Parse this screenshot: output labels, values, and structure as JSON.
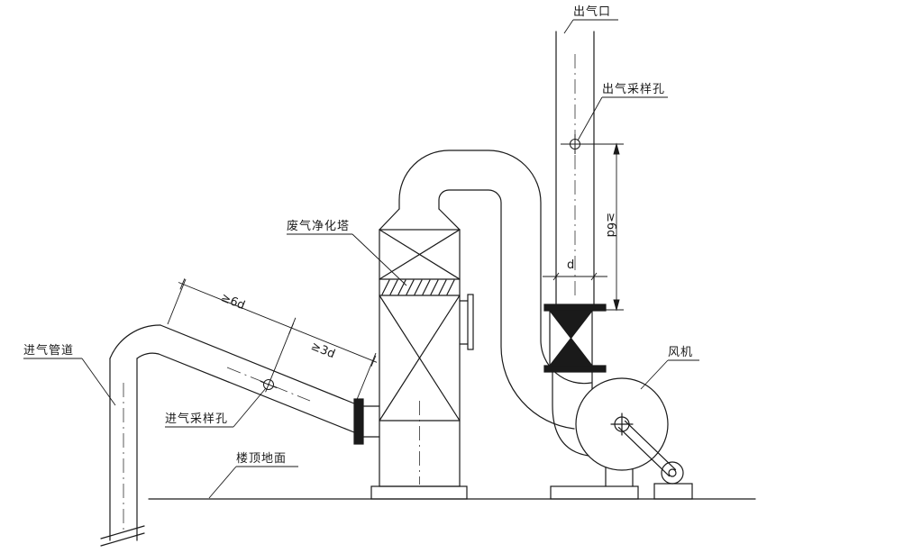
{
  "labels": {
    "outlet_port": "出气口",
    "outlet_sampling_hole": "出气采样孔",
    "purification_tower": "废气净化塔",
    "fan": "风机",
    "inlet_pipe": "进气管道",
    "inlet_sampling_hole": "进气采样孔",
    "roof_ground": "楼顶地面"
  },
  "dimensions": {
    "outlet_upstream": "≥6d",
    "stack_diameter": "d",
    "inlet_upstream": "≥6d",
    "inlet_downstream": "≥3d"
  },
  "colors": {
    "line": "#1a1a1a",
    "background": "#ffffff"
  }
}
